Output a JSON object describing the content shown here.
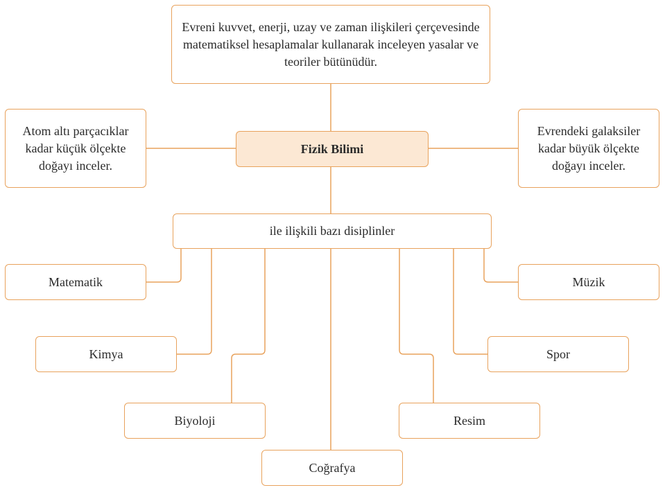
{
  "diagram": {
    "center": "Fizik Bilimi",
    "definition": "Evreni kuvvet, enerji, uzay ve zaman ilişkileri çerçevesinde matematiksel hesaplamalar kullanarak inceleyen yasalar ve teoriler bütünüdür.",
    "left_scale": "Atom altı parçacıklar kadar küçük ölçekte doğayı inceler.",
    "right_scale": "Evrendeki galaksiler kadar büyük ölçekte doğayı inceler.",
    "disciplines_title": "ile ilişkili bazı disiplinler",
    "disciplines": {
      "matematik": "Matematik",
      "kimya": "Kimya",
      "biyoloji": "Biyoloji",
      "cografya": "Coğrafya",
      "resim": "Resim",
      "spor": "Spor",
      "muzik": "Müzik"
    }
  },
  "colors": {
    "line": "#e8a25c",
    "center_fill": "#fce8d4",
    "text": "#2b2b2b"
  }
}
